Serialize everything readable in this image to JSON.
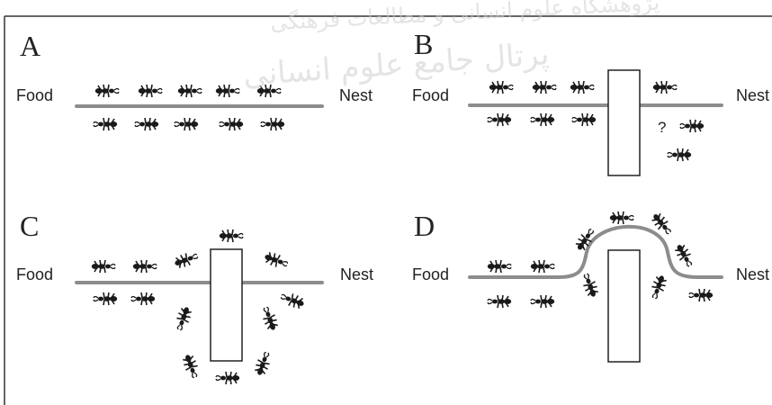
{
  "watermark": {
    "line1": "پژوهشگاه علوم انسانی و مطالعات فرهنگی",
    "line2": "پرتال جامع علوم انسانی"
  },
  "panels": [
    {
      "letter": "A",
      "left_label": "Food",
      "right_label": "Nest"
    },
    {
      "letter": "B",
      "left_label": "Food",
      "right_label": "Nest",
      "question_mark": "?"
    },
    {
      "letter": "C",
      "left_label": "Food",
      "right_label": "Nest"
    },
    {
      "letter": "D",
      "left_label": "Food",
      "right_label": "Nest"
    }
  ],
  "colors": {
    "trail": "#8c8c8c",
    "ant": "#1a1a1a",
    "text": "#222222",
    "frame": "#222222",
    "border": "#333333"
  }
}
